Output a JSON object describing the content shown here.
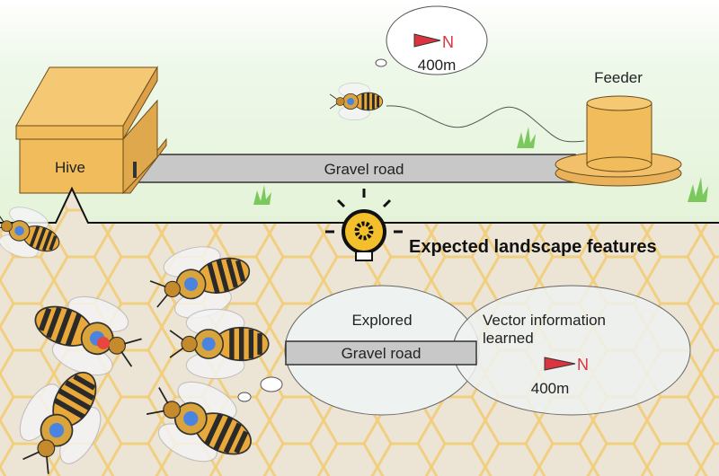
{
  "scene": {
    "hive_label": "Hive",
    "road_label": "Gravel road",
    "feeder_label": "Feeder",
    "thought": {
      "direction": "N",
      "distance": "400m"
    }
  },
  "panel": {
    "heading": "Expected landscape features",
    "explored": {
      "title": "Explored",
      "road_label": "Gravel road"
    },
    "vector": {
      "title_line1": "Vector information",
      "title_line2": "learned",
      "direction": "N",
      "distance": "400m"
    }
  },
  "colors": {
    "hive": "#f0bc5c",
    "road": "#c8c8c8",
    "arrow": "#d9343f",
    "sky": "#e8f5df",
    "panel": "#ece4d4",
    "comb": "#f3c868"
  }
}
